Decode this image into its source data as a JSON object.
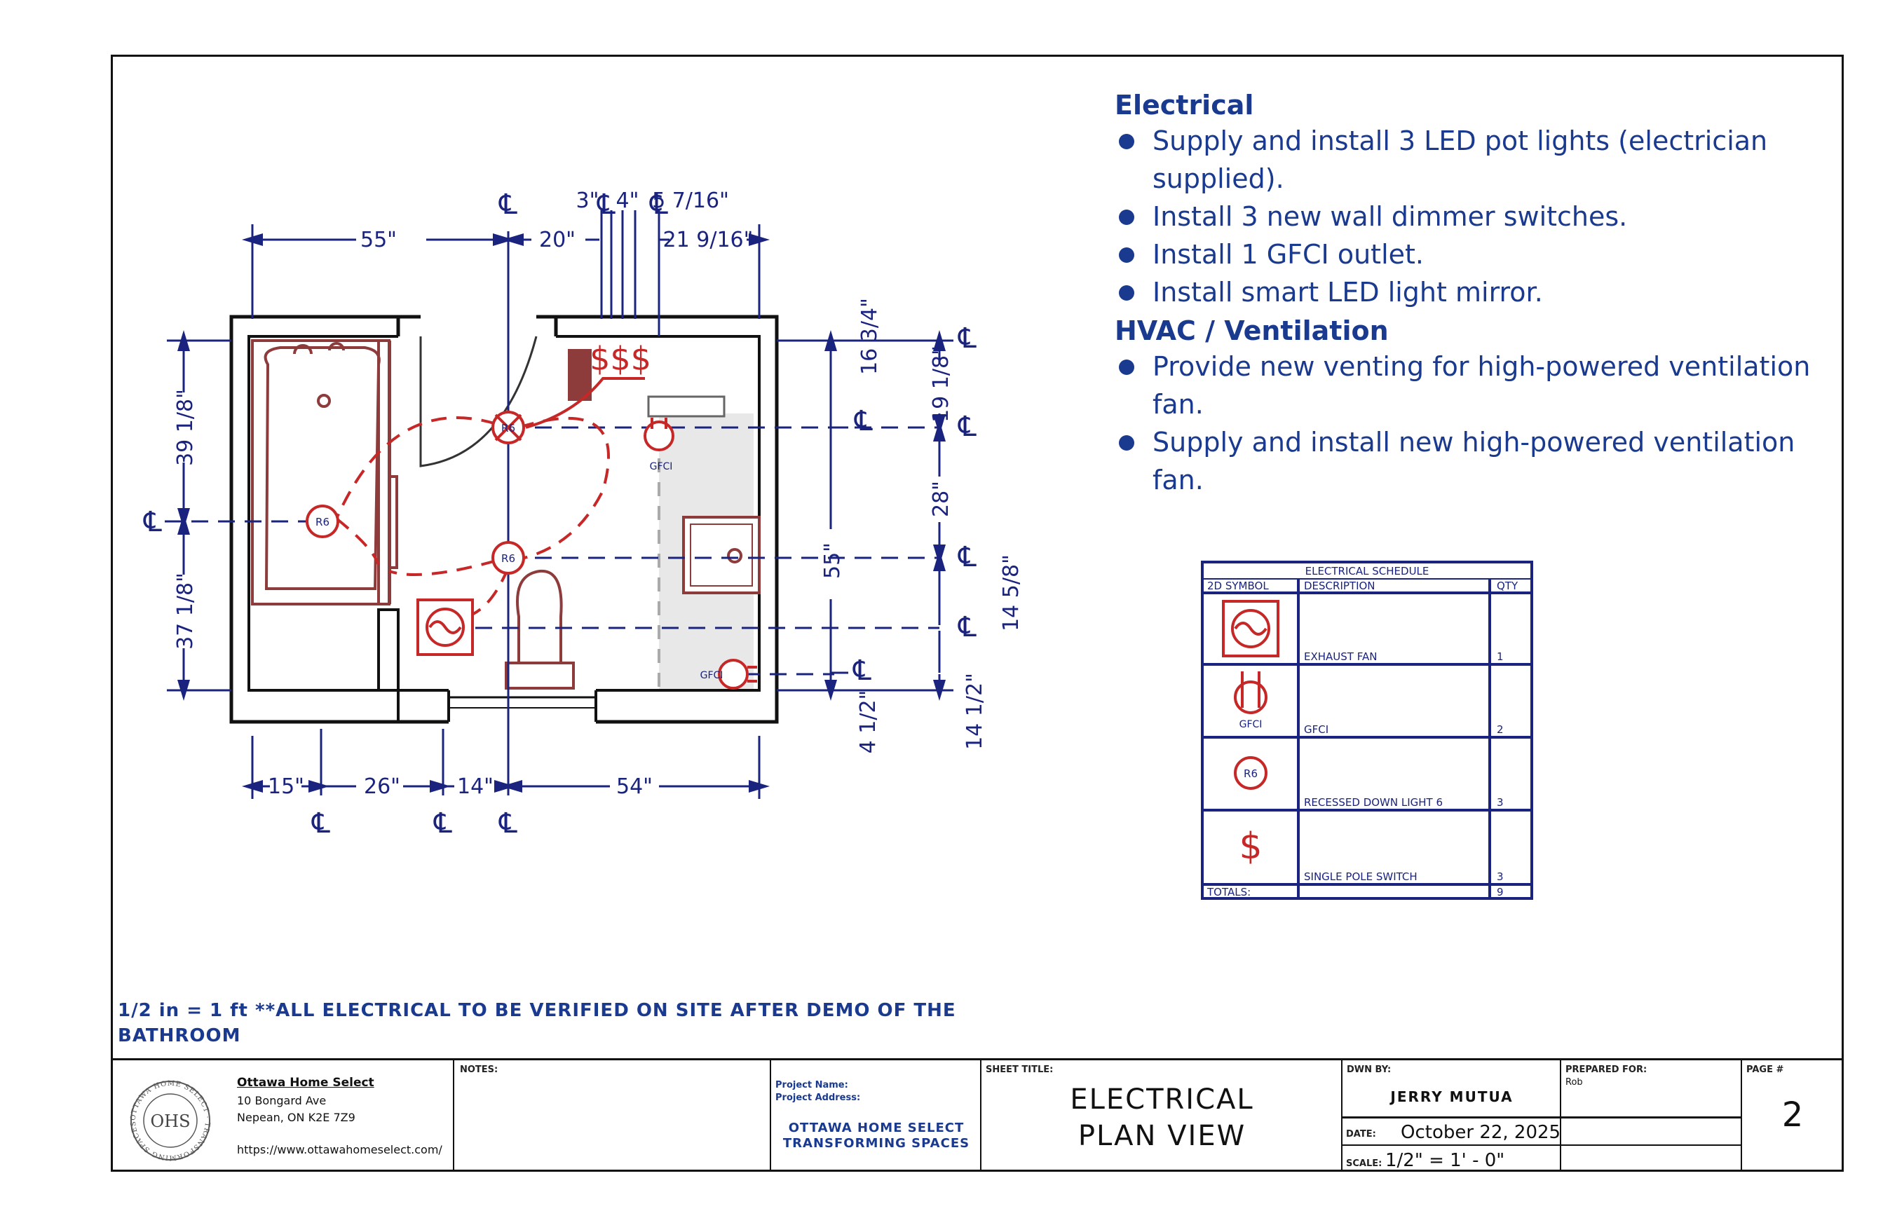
{
  "electrical": {
    "heading": "Electrical",
    "items": [
      "Supply and install 3 LED pot lights (electrician supplied).",
      "Install 3 new wall dimmer switches.",
      "Install 1 GFCI outlet.",
      "Install smart LED light mirror."
    ]
  },
  "hvac": {
    "heading": "HVAC / Ventilation",
    "items": [
      "Provide new venting for high-powered ventilation fan.",
      "Supply and install new high-powered ventilation fan."
    ]
  },
  "schedule": {
    "title": "ELECTRICAL SCHEDULE",
    "headers": [
      "2D SYMBOL",
      "DESCRIPTION",
      "QTY"
    ],
    "rows": [
      {
        "symbol": "exhaust-fan",
        "description": "EXHAUST FAN",
        "qty": "1"
      },
      {
        "symbol": "gfci",
        "symbol_label": "GFCI",
        "description": "GFCI",
        "qty": "2"
      },
      {
        "symbol": "recessed-light",
        "symbol_label": "R6",
        "description": "RECESSED DOWN LIGHT 6",
        "qty": "3"
      },
      {
        "symbol": "switch",
        "symbol_label": "$",
        "description": "SINGLE POLE SWITCH",
        "qty": "3"
      }
    ],
    "totals_label": "TOTALS:",
    "totals_qty": "9"
  },
  "plan": {
    "dims_top": [
      "55\"",
      "20\"",
      "3\"",
      "4\"",
      "5 7/16\"",
      "21 9/16\""
    ],
    "dims_bottom": [
      "15\"",
      "26\"",
      "14\"",
      "54\""
    ],
    "dims_left": [
      "39 1/8\"",
      "37 1/8\""
    ],
    "dims_right": [
      "16 3/4\"",
      "19 1/8\"",
      "28\"",
      "55\"",
      "14 5/8\"",
      "4 1/2\"",
      "14 1/2\""
    ],
    "centerline": "℄",
    "light_label": "R6",
    "gfci_label": "GFCI",
    "switch_label": "$$$"
  },
  "note": "1/2 in = 1 ft **ALL ELECTRICAL TO BE VERIFIED ON SITE AFTER DEMO OF THE BATHROOM",
  "titleblock": {
    "company": "Ottawa Home Select",
    "address1": "10 Bongard Ave",
    "address2": "Nepean, ON K2E 7Z9",
    "website": "https://www.ottawahomeselect.com/",
    "logo_ring": "OTTAWA HOME SELECT · TRANSFORMING SPACES ·",
    "logo_initials": "OHS",
    "notes_label": "NOTES:",
    "project_name_label": "Project Name:",
    "project_address_label": "Project Address:",
    "project_line1": "OTTAWA HOME SELECT",
    "project_line2": "TRANSFORMING SPACES",
    "sheet_title_label": "SHEET TITLE:",
    "sheet_title_1": "ELECTRICAL",
    "sheet_title_2": "PLAN VIEW",
    "drawn_by_label": "DWN BY:",
    "drawn_by": "JERRY MUTUA",
    "prepared_for_label": "PREPARED FOR:",
    "prepared_for": "Rob",
    "date_label": "DATE:",
    "date": "October 22, 2025",
    "scale_label": "SCALE:",
    "scale": "1/2\" = 1' - 0\"",
    "page_label": "PAGE #",
    "page": "2"
  },
  "colors": {
    "ink": "#1a237e",
    "note_blue": "#1a3a8f",
    "electric_red": "#c62828",
    "fixture_brown": "#8d3b3b",
    "wall": "#111111",
    "floor_gray": "#e8e8e8"
  }
}
